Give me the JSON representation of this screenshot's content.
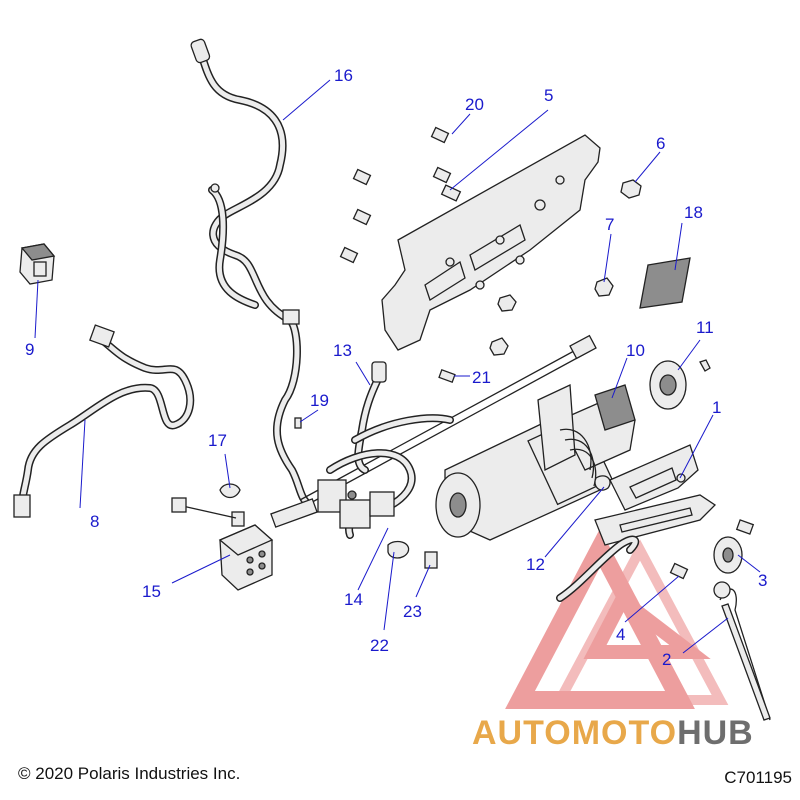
{
  "callouts": [
    {
      "label": "1"
    },
    {
      "label": "2"
    },
    {
      "label": "3"
    },
    {
      "label": "4"
    },
    {
      "label": "5"
    },
    {
      "label": "6"
    },
    {
      "label": "7"
    },
    {
      "label": "8"
    },
    {
      "label": "9"
    },
    {
      "label": "10"
    },
    {
      "label": "11"
    },
    {
      "label": "12"
    },
    {
      "label": "13"
    },
    {
      "label": "14"
    },
    {
      "label": "15"
    },
    {
      "label": "16"
    },
    {
      "label": "17"
    },
    {
      "label": "18"
    },
    {
      "label": "19"
    },
    {
      "label": "20"
    },
    {
      "label": "21"
    },
    {
      "label": "22"
    },
    {
      "label": "23"
    }
  ],
  "footer": {
    "copyright": "© 2020 Polaris Industries Inc.",
    "figure_code": "C701195"
  },
  "watermark": {
    "brand_part1": "AUTOMOTO",
    "brand_part2": "HUB",
    "colors": {
      "triangle": "#e05050",
      "orange": "#e8a84a",
      "grey": "#6e6e6e"
    }
  },
  "colors": {
    "callout": "#1a1acc",
    "line": "#222222"
  }
}
